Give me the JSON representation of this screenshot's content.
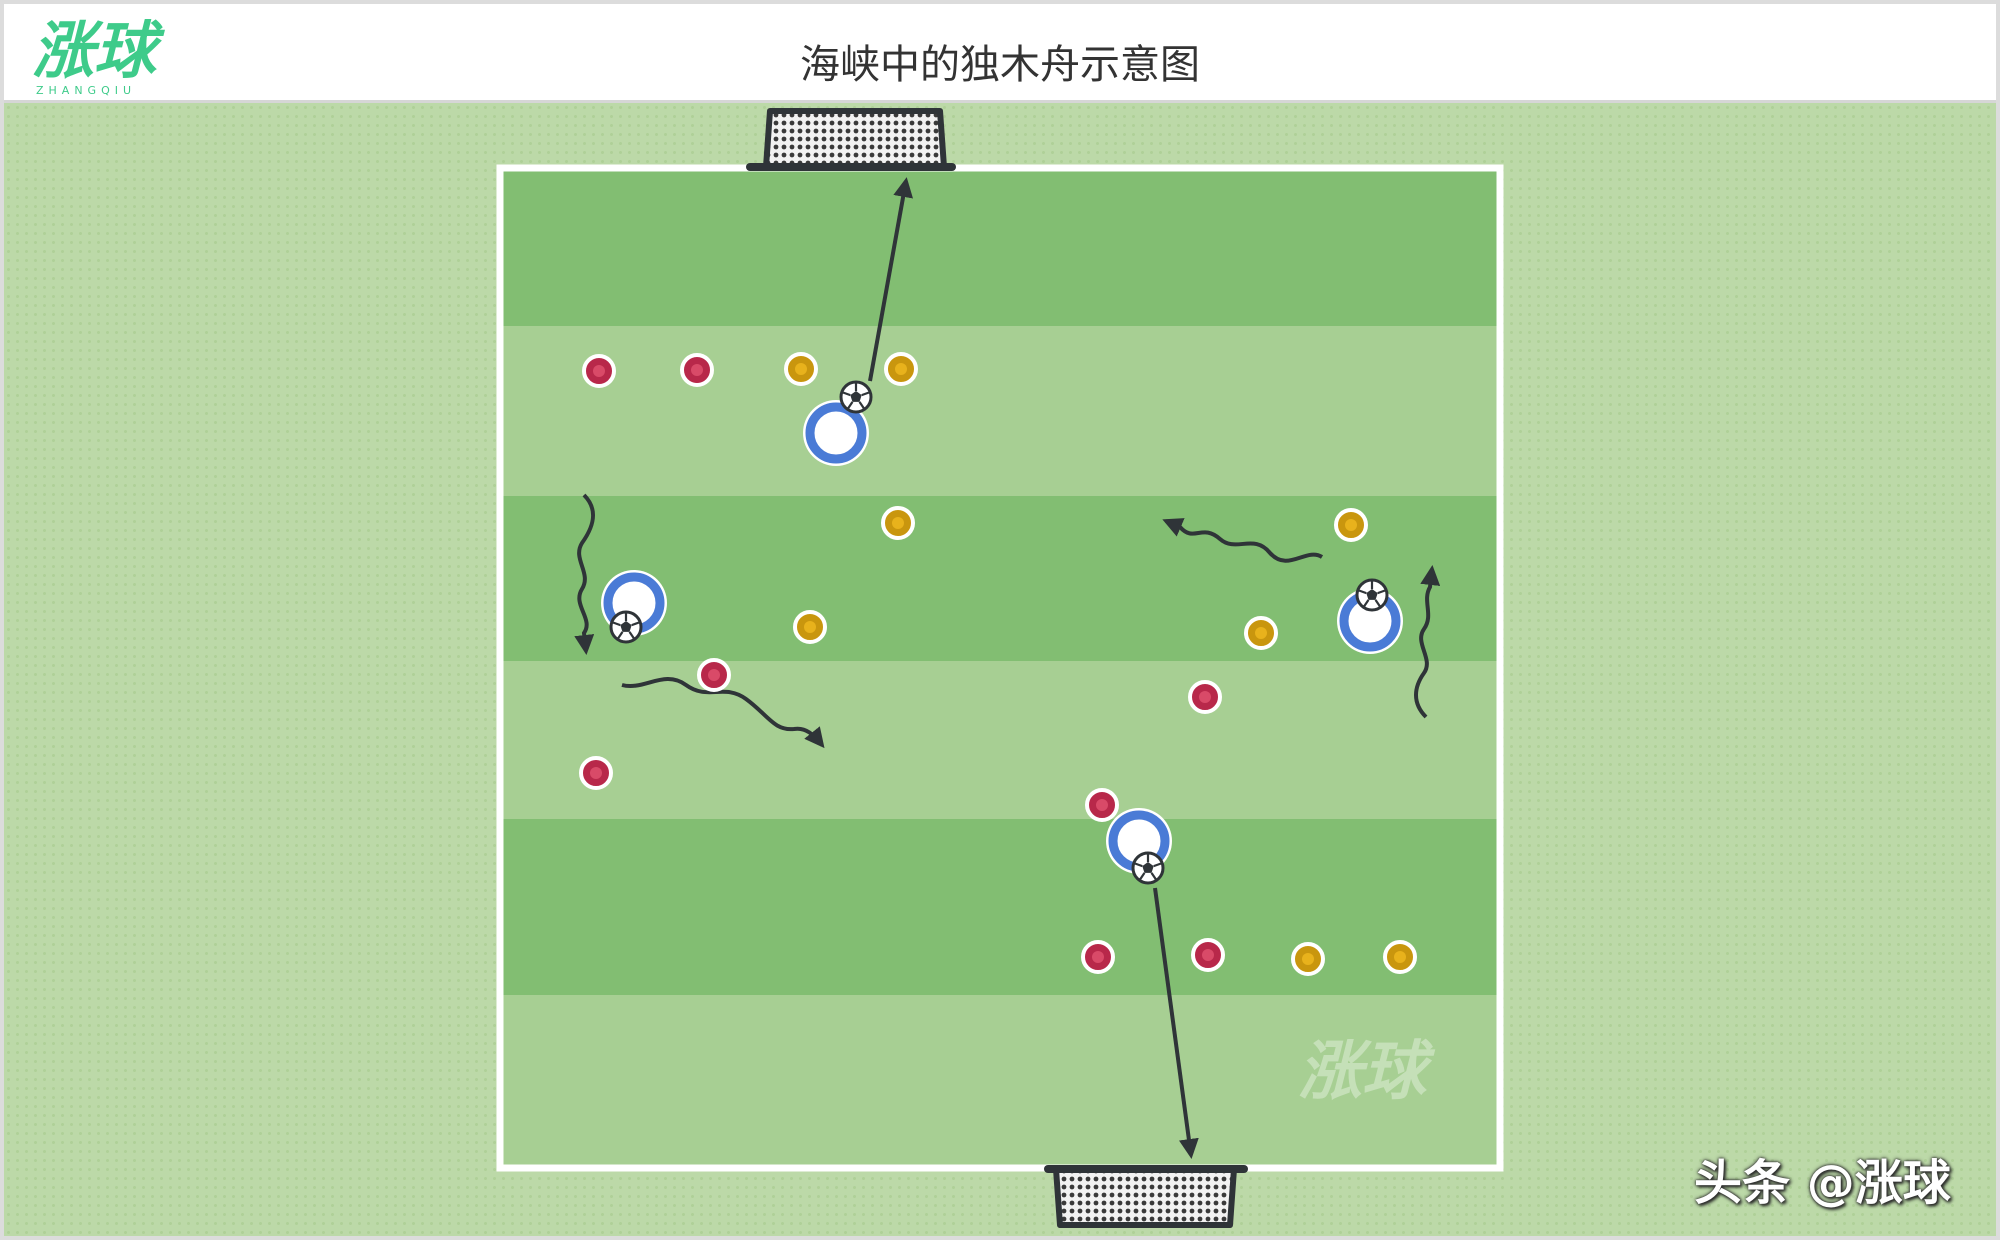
{
  "header": {
    "title": "海峡中的独木舟示意图",
    "logo_text": "涨球",
    "logo_subtext": "ZHANGQIU"
  },
  "watermark": {
    "text": "涨球"
  },
  "credit": {
    "text": "头条 @涨球"
  },
  "colors": {
    "stripe_dark": "#82be72",
    "stripe_light": "#a7cf93",
    "board_bg": "#bcd9a8",
    "field_line": "#ffffff",
    "player_ring": "#4a7bd6",
    "cone_red": "#b8284a",
    "cone_gold": "#c9960e",
    "arrow": "#2f3438",
    "logo": "#3ecb8a"
  },
  "legend_icons": [
    "goal-icon",
    "soccer-ball-icon",
    "red-cone-icon",
    "gold-cone-icon",
    "player-icon",
    "pass-arrow-icon",
    "dribble-arrow-icon"
  ]
}
